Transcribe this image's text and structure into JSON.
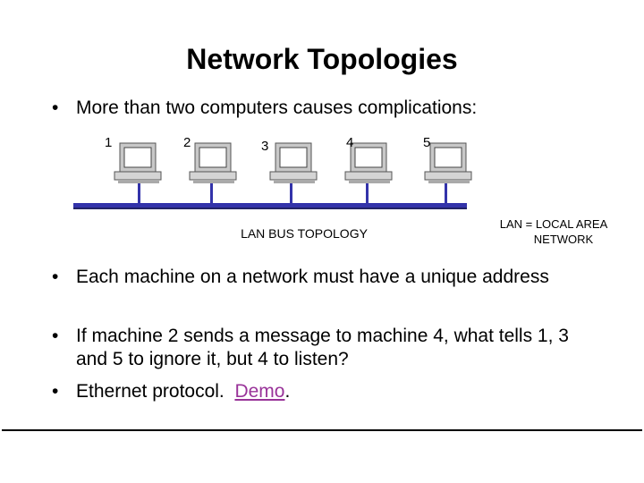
{
  "slide": {
    "title": "Network Topologies",
    "bullets": [
      {
        "marker": "•",
        "text": "More than two computers causes complications:"
      },
      {
        "marker": "•",
        "text": "Each machine on a network must have a unique address"
      },
      {
        "marker": "•",
        "text": "If machine 2 sends a message to machine 4, what tells 1, 3 and 5 to ignore it, but 4 to listen?"
      },
      {
        "marker": "•",
        "text_before": "Ethernet protocol.  ",
        "link": "Demo",
        "text_after": "."
      }
    ]
  },
  "diagram": {
    "computers": [
      "1",
      "2",
      "3",
      "4",
      "5"
    ],
    "bus_caption": "LAN BUS TOPOLOGY",
    "lan_caption_line1": "LAN = LOCAL AREA",
    "lan_caption_line2": "NETWORK",
    "colors": {
      "bus": "#3333aa",
      "drop": "#3333aa",
      "monitor": "#c0c0c0"
    }
  }
}
